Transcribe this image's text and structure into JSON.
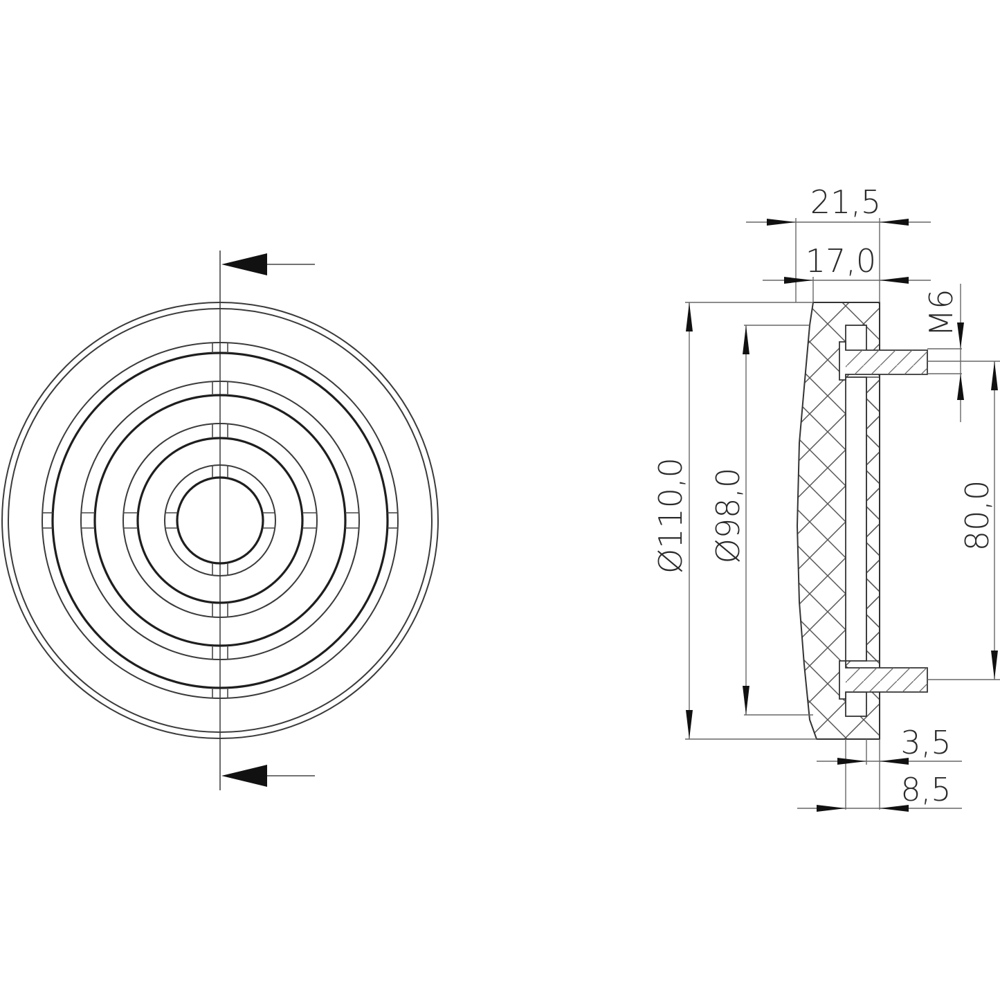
{
  "drawing": {
    "type": "technical drawing",
    "views": [
      "front-view",
      "section-view"
    ],
    "front_view": {
      "section_markers": [
        "section-arrow-top",
        "section-arrow-bottom"
      ],
      "rings": 6,
      "spokes": "4 radial ribs (top, bottom, left, right)"
    },
    "section_view": {
      "hatch": "crosshatch (rubber body)",
      "insert_hatch": "diagonal (threaded stud)"
    }
  },
  "dimensions": {
    "total_thickness": "21,5",
    "body_thickness": "17,0",
    "thread": "M6",
    "outer_diameter": "Ø110,0",
    "inner_diameter": "Ø98,0",
    "stud_spacing": "80,0",
    "plate_thickness": "3,5",
    "insert_depth": "8,5"
  },
  "colors": {
    "line": "#333333",
    "background": "#ffffff"
  }
}
